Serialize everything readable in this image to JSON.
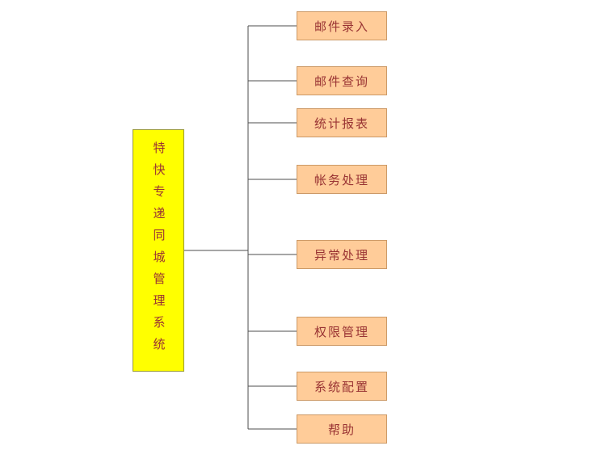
{
  "diagram": {
    "title": "express-delivery-system-module-diagram",
    "root": {
      "label": "特快专递同城管理系统"
    },
    "modules": [
      {
        "label": "邮件录入"
      },
      {
        "label": "邮件查询"
      },
      {
        "label": "统计报表"
      },
      {
        "label": "帐务处理"
      },
      {
        "label": "异常处理"
      },
      {
        "label": "权限管理"
      },
      {
        "label": "系统配置"
      },
      {
        "label": "帮助"
      }
    ],
    "colors": {
      "background": "#ffffff",
      "root_fill": "#ffff00",
      "root_border": "#999933",
      "module_fill": "#ffcc99",
      "module_border": "#cc9966",
      "text": "#993333",
      "line": "#4d4d4d"
    }
  }
}
